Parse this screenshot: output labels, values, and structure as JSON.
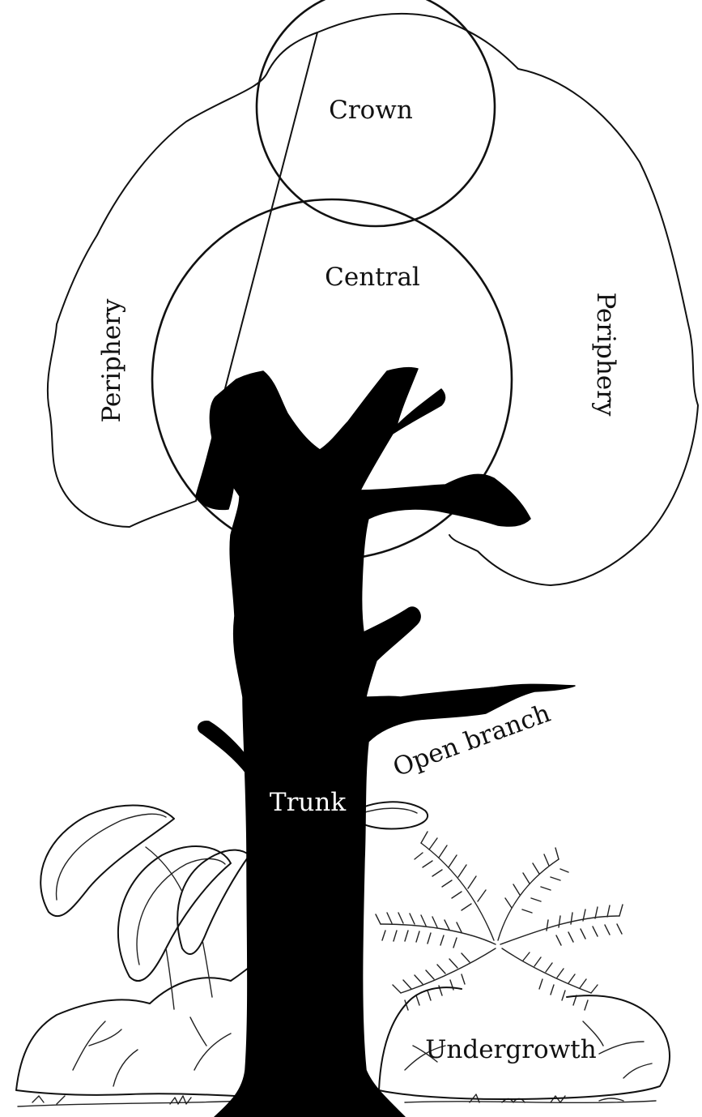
{
  "diagram": {
    "labels": {
      "crown": "Crown",
      "central": "Central",
      "periphery_left": "Periphery",
      "periphery_right": "Periphery",
      "open_branch": "Open branch",
      "trunk": "Trunk",
      "undergrowth": "Undergrowth"
    },
    "colors": {
      "ink": "#111111",
      "tree_fill": "#000000",
      "background": "#ffffff",
      "trunk_label": "#ffffff"
    }
  }
}
